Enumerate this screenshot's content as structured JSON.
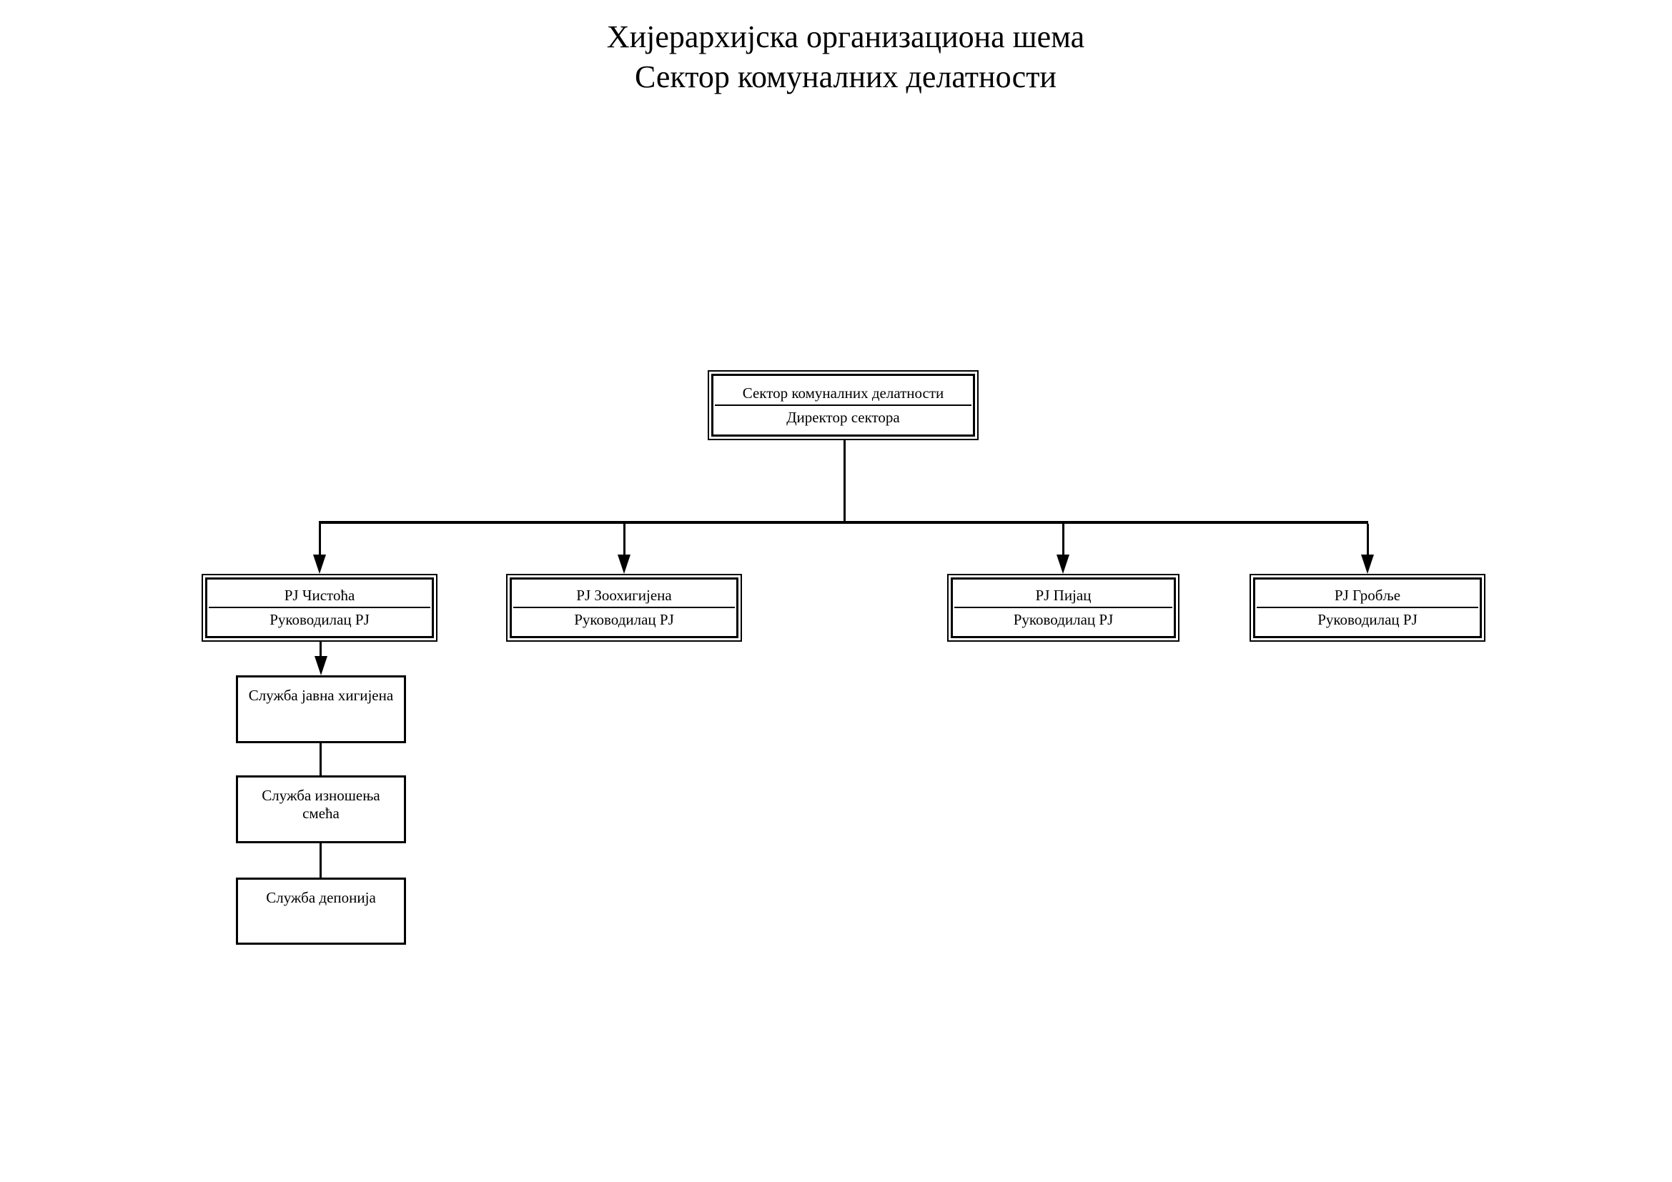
{
  "page": {
    "title_line1": "Хијерархијска организациона шема",
    "title_line2": "Сектор комуналних делатности"
  },
  "org": {
    "root": {
      "unit": "Сектор комуналних делатности",
      "role": "Директор сектора"
    },
    "units": [
      {
        "unit": "РЈ Чистоћа",
        "role": "Руководилац РЈ"
      },
      {
        "unit": "РЈ Зоохигијена",
        "role": "Руководилац РЈ"
      },
      {
        "unit": "РЈ Пијац",
        "role": "Руководилац РЈ"
      },
      {
        "unit": "РЈ Гробље",
        "role": "Руководилац РЈ"
      }
    ],
    "services": [
      {
        "label": "Служба јавна хигијена"
      },
      {
        "label": "Служба изношења смећа"
      },
      {
        "label": "Служба депонија"
      }
    ]
  },
  "colors": {
    "ink": "#000000",
    "background": "#ffffff"
  }
}
